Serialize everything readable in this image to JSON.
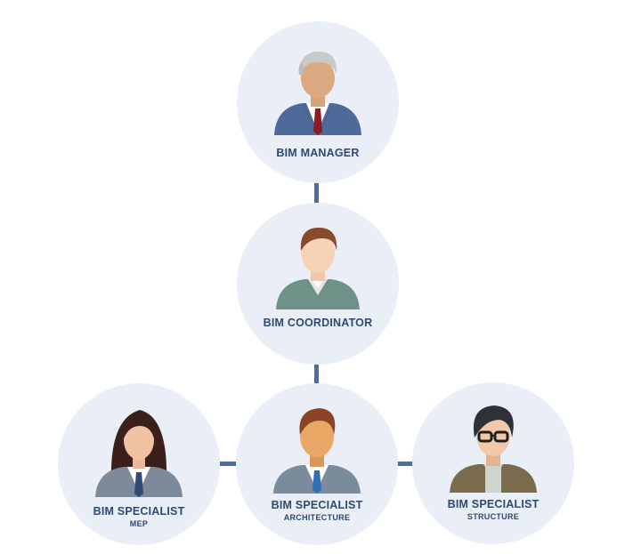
{
  "colors": {
    "connector": "#4a6fa5",
    "circle_fill": "#eaeef6",
    "label_text": "#2d4a73"
  },
  "org": {
    "manager": {
      "role": "BIM MANAGER",
      "icon": "manager-avatar-icon"
    },
    "coordinator": {
      "role": "BIM COORDINATOR",
      "icon": "coordinator-avatar-icon"
    },
    "specialist_mep": {
      "role": "BIM SPECIALIST",
      "discipline": "MEP",
      "icon": "specialist-mep-avatar-icon"
    },
    "specialist_architecture": {
      "role": "BIM SPECIALIST",
      "discipline": "ARCHITECTURE",
      "icon": "specialist-architecture-avatar-icon"
    },
    "specialist_structure": {
      "role": "BIM SPECIALIST",
      "discipline": "STRUCTURE",
      "icon": "specialist-structure-avatar-icon"
    }
  }
}
